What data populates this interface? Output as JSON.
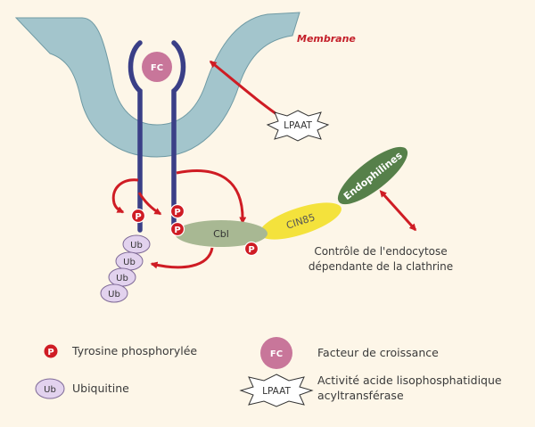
{
  "diagram": {
    "membrane_label": "Membrane",
    "receptor_label": "FC",
    "lpaat_label": "LPAAT",
    "cbl_label": "Cbl",
    "cin85_label": "CIN85",
    "endophilines_label": "Endophilines",
    "phospho_label": "P",
    "ubiquitin_label": "Ub",
    "control_text": [
      "Contrôle de l'endocytose",
      "dépendante de la clathrine"
    ]
  },
  "legend": {
    "phospho_symbol": "P",
    "phospho_text": "Tyrosine phosphorylée",
    "ub_symbol": "Ub",
    "ub_text": "Ubiquitine",
    "fc_symbol": "FC",
    "fc_text": "Facteur de croissance",
    "lpaat_symbol": "LPAAT",
    "lpaat_text": [
      "Activité acide lisophosphatidique",
      "acyltransférase"
    ]
  },
  "colors": {
    "membrane": "#a3c5cc",
    "receptor": "#3a3f87",
    "fc": "#c8769a",
    "cbl": "#a8b893",
    "cin85": "#f4e23c",
    "endophilines": "#56804a",
    "arrow": "#cf1c24",
    "ubiquitin": "#e2d2ee"
  }
}
